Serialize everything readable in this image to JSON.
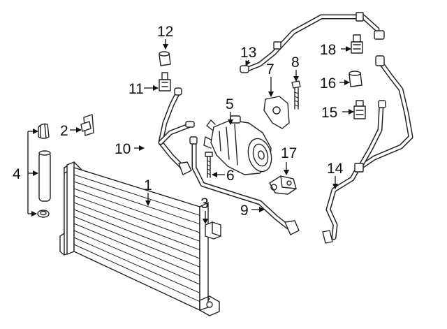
{
  "callouts": [
    {
      "id": "1",
      "text": "1"
    },
    {
      "id": "2",
      "text": "2"
    },
    {
      "id": "3",
      "text": "3"
    },
    {
      "id": "4",
      "text": "4"
    },
    {
      "id": "5",
      "text": "5"
    },
    {
      "id": "6",
      "text": "6"
    },
    {
      "id": "7",
      "text": "7"
    },
    {
      "id": "8",
      "text": "8"
    },
    {
      "id": "9",
      "text": "9"
    },
    {
      "id": "10",
      "text": "10"
    },
    {
      "id": "11",
      "text": "11"
    },
    {
      "id": "12",
      "text": "12"
    },
    {
      "id": "13",
      "text": "13"
    },
    {
      "id": "14",
      "text": "14"
    },
    {
      "id": "15",
      "text": "15"
    },
    {
      "id": "16",
      "text": "16"
    },
    {
      "id": "17",
      "text": "17"
    },
    {
      "id": "18",
      "text": "18"
    }
  ],
  "colors": {
    "line": "#222222",
    "background": "#ffffff"
  }
}
